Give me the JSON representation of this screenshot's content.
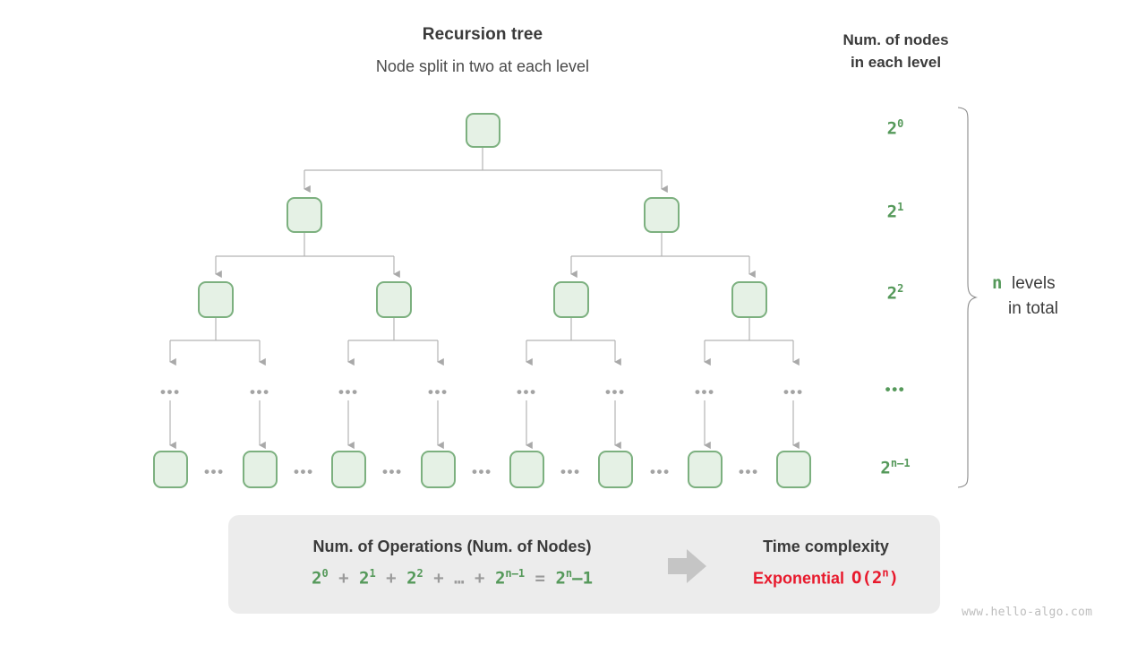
{
  "header": {
    "title": "Recursion tree",
    "subtitle": "Node split in two at each level",
    "right_column_heading_line1": "Num. of nodes",
    "right_column_heading_line2": "in each level"
  },
  "levels": [
    {
      "id": "level-0",
      "base": "2",
      "exponent": "0",
      "node_count": 1
    },
    {
      "id": "level-1",
      "base": "2",
      "exponent": "1",
      "node_count": 2
    },
    {
      "id": "level-2",
      "base": "2",
      "exponent": "2",
      "node_count": 4
    },
    {
      "id": "level-ellipsis",
      "base": "",
      "exponent": "",
      "label": "•••",
      "node_count": 8
    },
    {
      "id": "level-n-1",
      "base": "2",
      "exponent": "n–1",
      "node_count": 8
    }
  ],
  "total_levels": {
    "variable": "n",
    "text_line1": "levels",
    "text_line2": "in total"
  },
  "ellipsis": {
    "glyph": "•••"
  },
  "summary": {
    "operations_heading": "Num. of Operations (Num. of Nodes)",
    "formula": {
      "terms": [
        "2",
        "2",
        "2",
        "2"
      ],
      "exponents": [
        "0",
        "1",
        "2",
        "n–1"
      ],
      "plus": "+",
      "mid_dots": "…",
      "equals": "=",
      "result_base": "2",
      "result_exponent": "n",
      "result_suffix": "–1"
    },
    "arrow_icon": "right-block-arrow",
    "complexity_heading": "Time complexity",
    "complexity_word": "Exponential",
    "complexity_notation_prefix": "O(2",
    "complexity_notation_exponent": "n",
    "complexity_notation_suffix": ")"
  },
  "watermark": "www.hello-algo.com",
  "colors": {
    "node_fill": "#e5f1e5",
    "node_border": "#7cb07f",
    "green_text": "#55995a",
    "red_text": "#e8192c",
    "edge_gray": "#b3b3b3",
    "box_bg": "#ececec",
    "arrow_gray": "#c5c5c5"
  }
}
